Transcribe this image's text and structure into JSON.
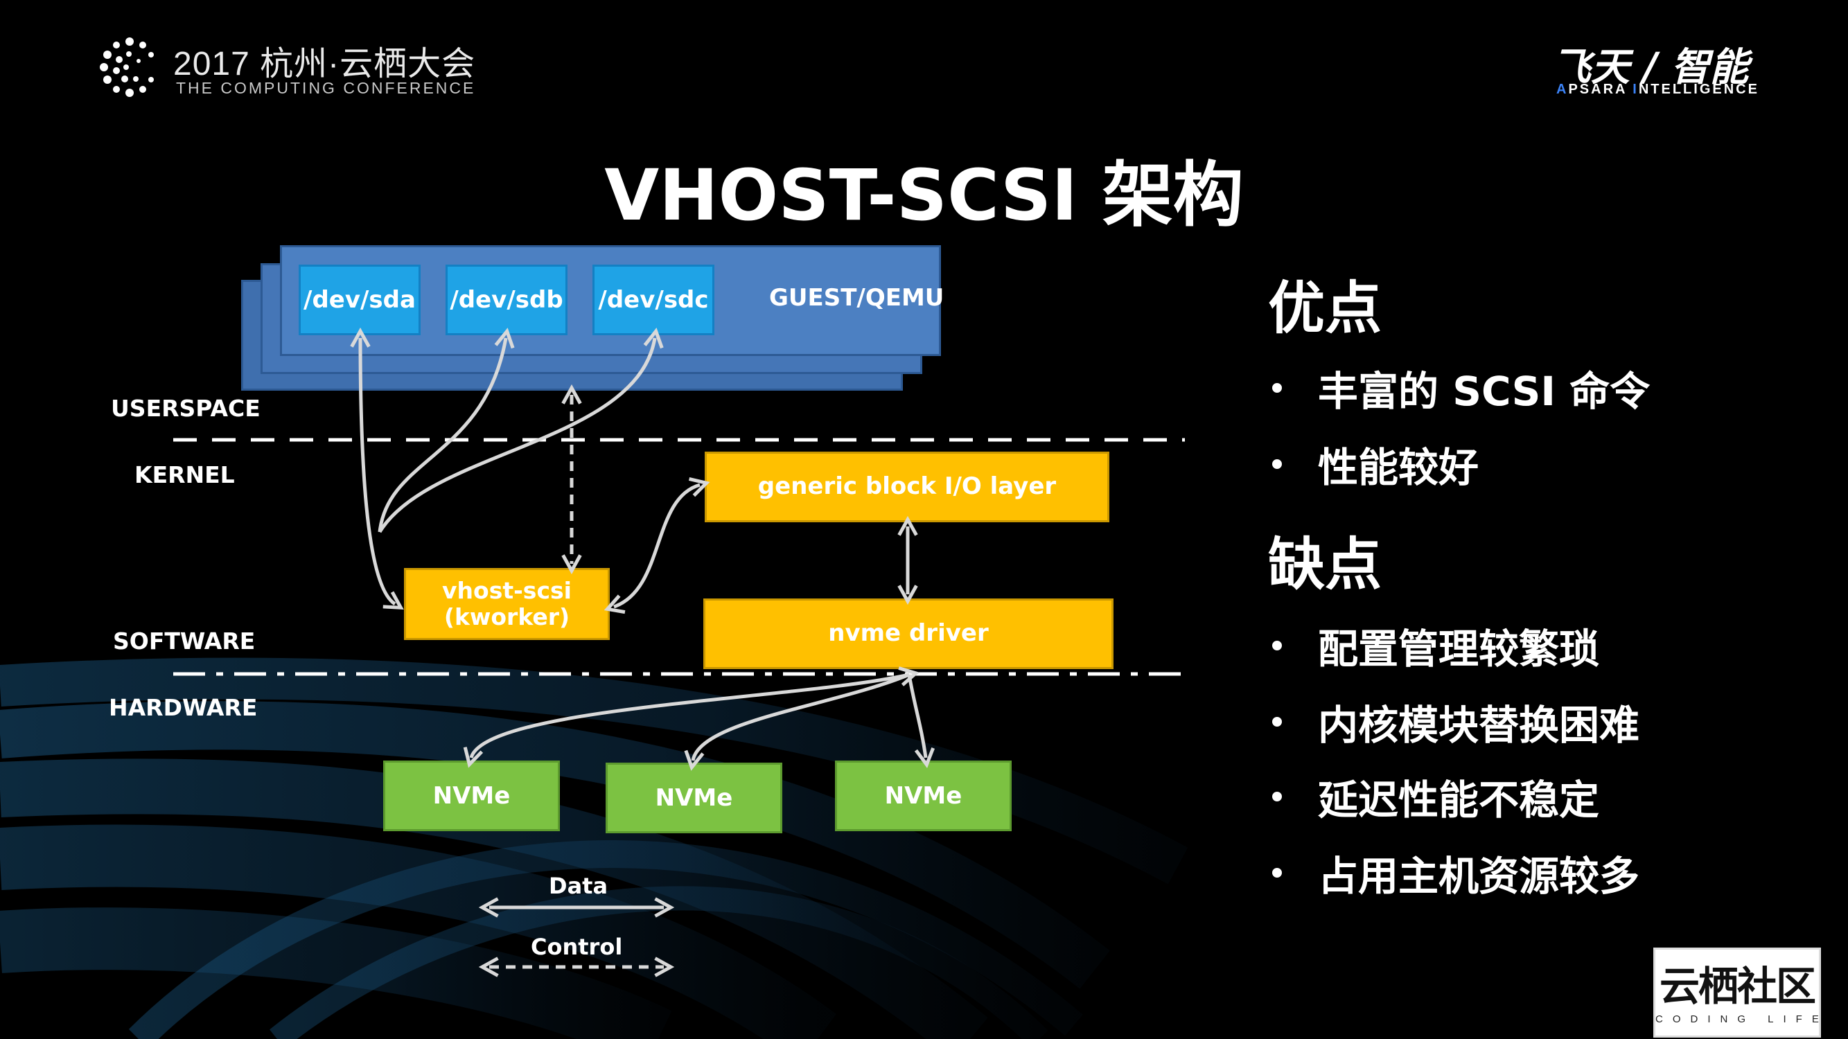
{
  "header": {
    "conference_title": "2017 杭州·云栖大会",
    "conference_subtitle": "THE COMPUTING CONFERENCE",
    "brand_cn": "飞天 / 智能",
    "brand_en_a": "A",
    "brand_en_b": "PSARA ",
    "brand_en_c": "I",
    "brand_en_d": "NTELLIGENCE"
  },
  "title": "VHOST-SCSI 架构",
  "diagram": {
    "guest_label": "GUEST/QEMU",
    "devices": [
      "/dev/sda",
      "/dev/sdb",
      "/dev/sdc"
    ],
    "zones": {
      "userspace": "USERSPACE",
      "kernel": "KERNEL",
      "software": "SOFTWARE",
      "hardware": "HARDWARE"
    },
    "vhost_line1": "vhost-scsi",
    "vhost_line2": "(kworker)",
    "block_layer": "generic block I/O layer",
    "nvme_driver": "nvme driver",
    "nvme_devices": [
      "NVMe",
      "NVMe",
      "NVMe"
    ],
    "legend": {
      "data": "Data",
      "control": "Control"
    },
    "colors": {
      "guest": "#4c80c2",
      "device": "#1fa3e6",
      "kernel_box": "#ffc000",
      "nvme": "#7cc242",
      "arrow": "#d9d9d9"
    }
  },
  "pros": {
    "title": "优点",
    "items": [
      "丰富的 SCSI 命令",
      "性能较好"
    ]
  },
  "cons": {
    "title": "缺点",
    "items": [
      "配置管理较繁琐",
      "内核模块替换困难",
      "延迟性能不稳定",
      "占用主机资源较多"
    ]
  },
  "community": {
    "cn": "云栖社区",
    "en": "CODING LIFE"
  }
}
